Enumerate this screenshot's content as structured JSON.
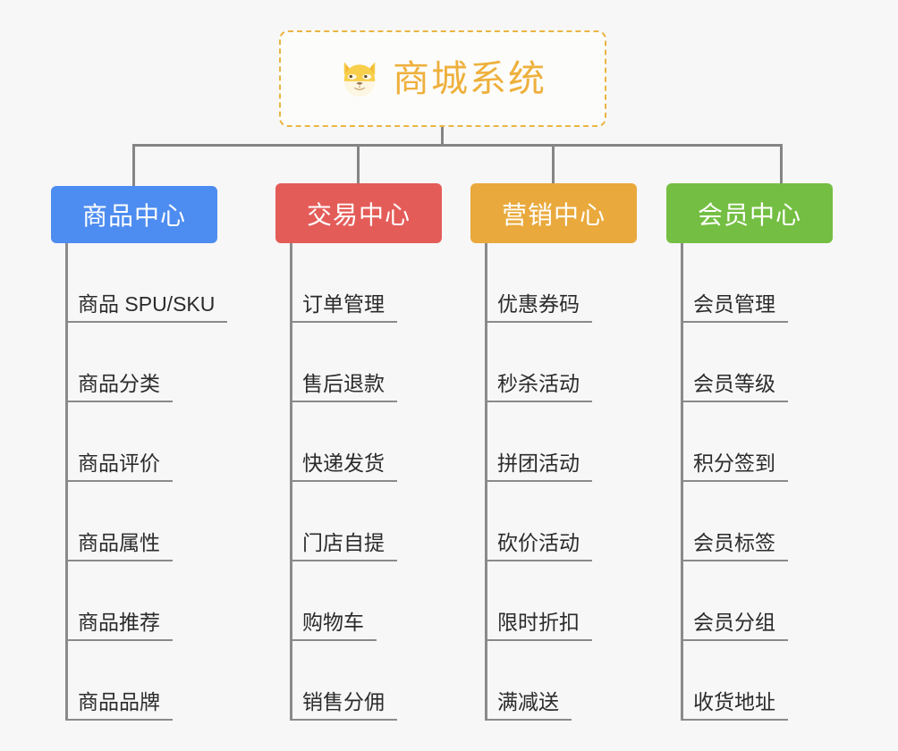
{
  "diagram": {
    "type": "org-tree",
    "root": {
      "icon": "dog-face-icon",
      "title": "商城系统",
      "border_color": "#eab543",
      "text_color": "#eeb03c"
    },
    "groups": [
      {
        "label": "商品中心",
        "color": "#4d8cf0",
        "items": [
          "商品 SPU/SKU",
          "商品分类",
          "商品评价",
          "商品属性",
          "商品推荐",
          "商品品牌"
        ]
      },
      {
        "label": "交易中心",
        "color": "#e45c58",
        "items": [
          "订单管理",
          "售后退款",
          "快递发货",
          "门店自提",
          "购物车",
          "销售分佣"
        ]
      },
      {
        "label": "营销中心",
        "color": "#e9a93c",
        "items": [
          "优惠券码",
          "秒杀活动",
          "拼团活动",
          "砍价活动",
          "限时折扣",
          "满减送"
        ]
      },
      {
        "label": "会员中心",
        "color": "#74bf43",
        "items": [
          "会员管理",
          "会员等级",
          "积分签到",
          "会员标签",
          "会员分组",
          "收货地址"
        ]
      }
    ],
    "connector_color": "#858585",
    "background_color": "#f7f7f7"
  }
}
